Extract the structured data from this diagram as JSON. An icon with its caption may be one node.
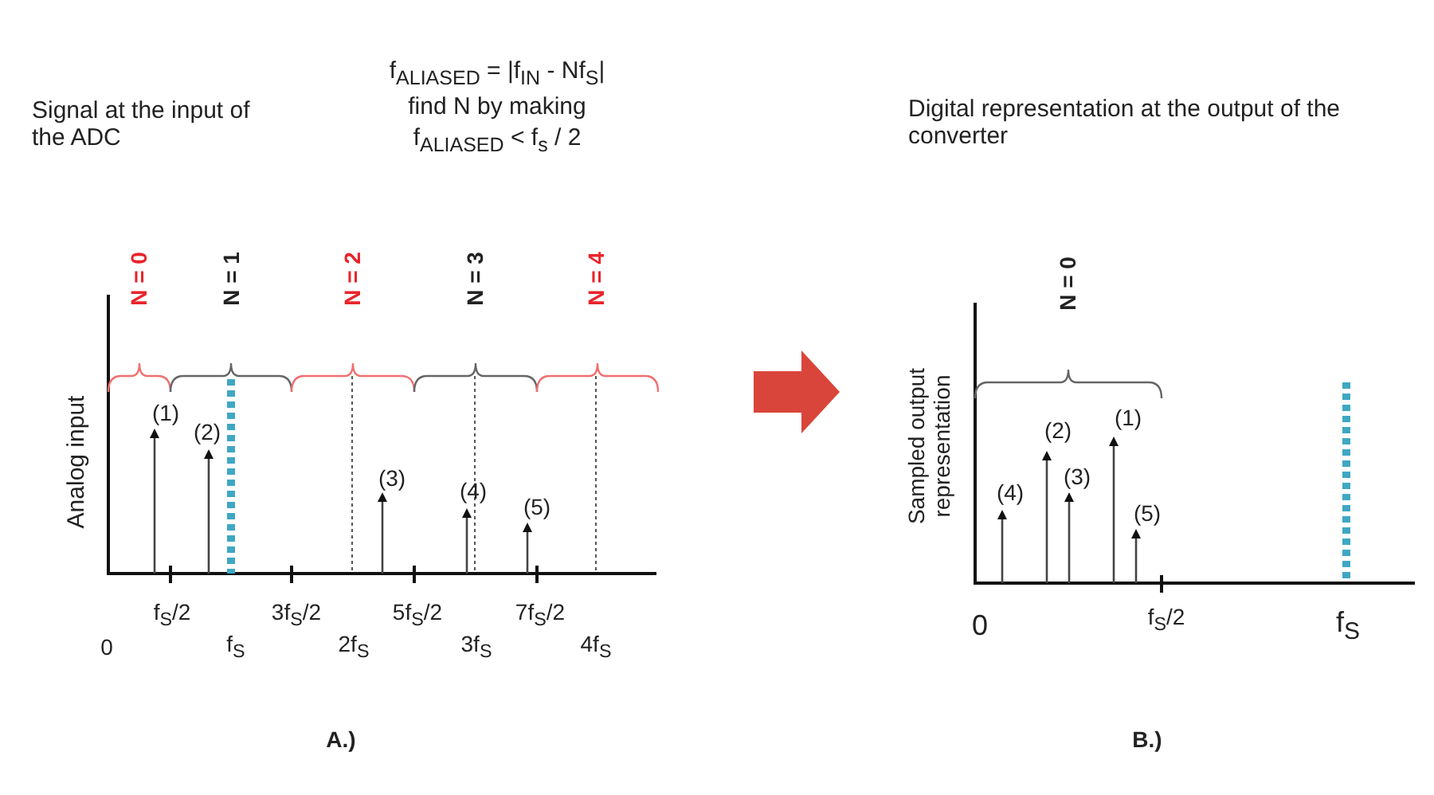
{
  "diagram": {
    "labels": [
      "Signal at the input of the ADC",
      "f$_{ALIASED}$ = |f$_{IN}$ - Nf$_{S}$|",
      "find N by making",
      "f$_{ALIASED}$ < f$_{s}$ / 2",
      "Digital representation at the output of the converter",
      "N = 0",
      "N = 1",
      "N = 2",
      "N = 3",
      "N = 4",
      "N = 0",
      "Analog input",
      "(1)",
      "(2)",
      "(3)",
      "(4)",
      "(5)",
      "Sampled output representation",
      "(2)",
      "(1)",
      "(3)",
      "(4)",
      "(5)",
      "f$_{S}$/2",
      "3f$_{S}$/2",
      "5f$_{S}$/2",
      "7f$_{S}$/2",
      "0",
      "f$_{S}$",
      "2f$_{S}$",
      "3f$_{S}$",
      "4f$_{S}$",
      "0",
      "f$_{S}$/2",
      "f$_{S}$",
      "A.)",
      "B.)"
    ]
  }
}
